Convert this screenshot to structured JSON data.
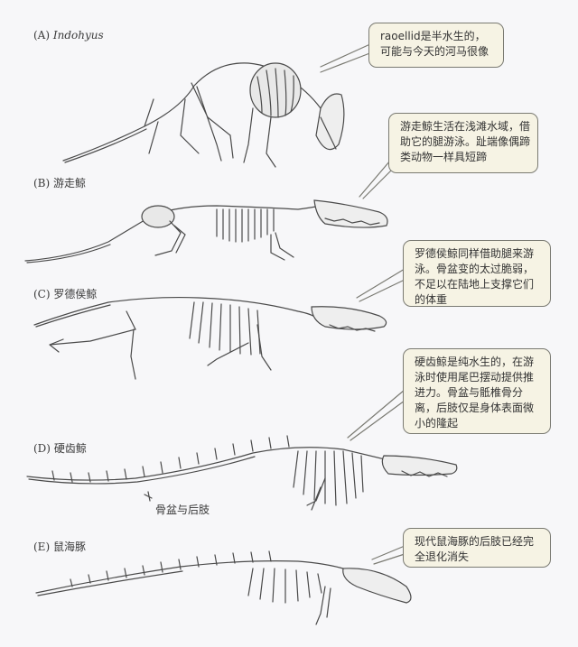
{
  "figure": {
    "panels": [
      {
        "id": "A",
        "prefix": "(A)",
        "name": "Indohyus",
        "italic": true
      },
      {
        "id": "B",
        "prefix": "(B)",
        "name": "游走鲸",
        "italic": false
      },
      {
        "id": "C",
        "prefix": "(C)",
        "name": "罗德侯鲸",
        "italic": false
      },
      {
        "id": "D",
        "prefix": "(D)",
        "name": "硬齿鲸",
        "italic": false
      },
      {
        "id": "E",
        "prefix": "(E)",
        "name": "鼠海豚",
        "italic": false
      }
    ],
    "callouts": [
      {
        "panel": "A",
        "text": "raoellid是半水生的，可能与今天的河马很像"
      },
      {
        "panel": "B",
        "text": "游走鲸生活在浅滩水域，借助它的腿游泳。趾端像偶蹄类动物一样具短蹄"
      },
      {
        "panel": "C",
        "text": "罗德侯鲸同样借助腿来游泳。骨盆变的太过脆弱，不足以在陆地上支撑它们的体重"
      },
      {
        "panel": "D",
        "text": "硬齿鲸是纯水生的，在游泳时使用尾巴摆动提供推进力。骨盆与骶椎骨分离，后肢仅是身体表面微小的隆起"
      },
      {
        "panel": "E",
        "text": "现代鼠海豚的后肢已经完全退化消失"
      }
    ],
    "annotations": [
      {
        "panel": "D",
        "text": "骨盆与后肢"
      }
    ],
    "colors": {
      "callout_fill": "#f6f3e4",
      "callout_border": "#7a7a72",
      "background": "#f7f7f9",
      "bone_stroke": "#4a4a4a"
    }
  }
}
